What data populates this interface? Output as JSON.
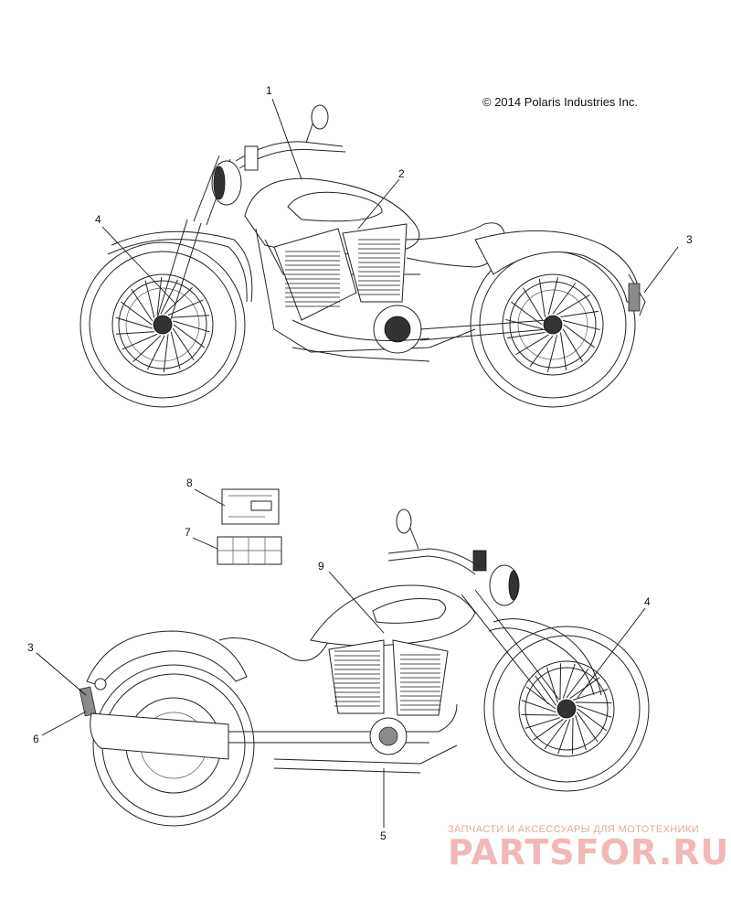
{
  "copyright": "© 2014 Polaris Industries Inc.",
  "callouts": [
    {
      "id": "1",
      "label": "1"
    },
    {
      "id": "2",
      "label": "2"
    },
    {
      "id": "3a",
      "label": "3"
    },
    {
      "id": "4a",
      "label": "4"
    },
    {
      "id": "8",
      "label": "8"
    },
    {
      "id": "7",
      "label": "7"
    },
    {
      "id": "9",
      "label": "9"
    },
    {
      "id": "4b",
      "label": "4"
    },
    {
      "id": "3b",
      "label": "3"
    },
    {
      "id": "6",
      "label": "6"
    },
    {
      "id": "5",
      "label": "5"
    }
  ],
  "watermark": {
    "tagline": "ЗАПЧАСТИ И АКСЕССУАРЫ ДЛЯ МОТОТЕХНИКИ",
    "brand": "PARTSFOR.RU"
  }
}
